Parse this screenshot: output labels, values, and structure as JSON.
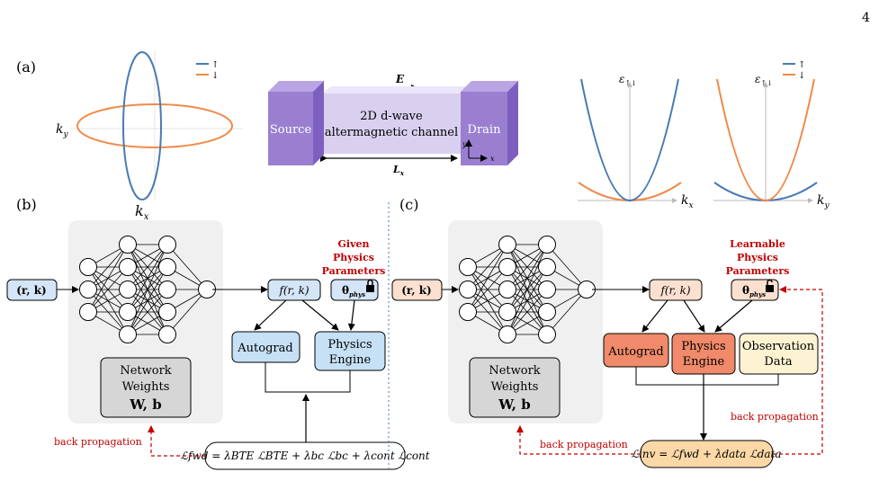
{
  "page_number": "4",
  "panel_a": {
    "label": "(a)",
    "legend_up": "↑",
    "legend_down": "↓",
    "ky_label": "k",
    "ky_sub": "y",
    "kx_label": "k",
    "kx_sub": "x",
    "field_label": "E",
    "source_label": "Source",
    "drain_label": "Drain",
    "channel_line1": "2D d-wave",
    "channel_line2": "altermagnetic channel",
    "length_label": "L",
    "length_sub": "x",
    "axis_y": "y",
    "axis_x": "x",
    "band_label": "ε",
    "band_sub": "↑↓",
    "band1_axis": "k",
    "band1_axis_sub": "x",
    "band2_axis": "k",
    "band2_axis_sub": "y",
    "colors": {
      "spin_up": "#4a7ab3",
      "spin_down": "#f08a4b",
      "device": "#9a7fd1",
      "channel": "#d9d0f0"
    }
  },
  "panel_b": {
    "label": "(b)",
    "input": "(r, k)",
    "output": "f(r, k)",
    "given_title": "Given Physics Parameters",
    "given_line1": "Given",
    "given_line2": "Physics",
    "given_line3": "Parameters",
    "theta": "θ",
    "theta_sub": "phys",
    "autograd": "Autograd",
    "engine_line1": "Physics",
    "engine_line2": "Engine",
    "weights_line1": "Network",
    "weights_line2": "Weights",
    "weights_line3": "W, b",
    "back_prop": "back propagation",
    "loss": "ℒfwd = λBTE ℒBTE + λbc ℒbc + λcont ℒcont"
  },
  "panel_c": {
    "label": "(c)",
    "input": "(r, k)",
    "output": "f(r, k)",
    "learn_line1": "Learnable",
    "learn_line2": "Physics",
    "learn_line3": "Parameters",
    "theta": "θ",
    "theta_sub": "phys",
    "autograd": "Autograd",
    "engine_line1": "Physics",
    "engine_line2": "Engine",
    "obs_line1": "Observation",
    "obs_line2": "Data",
    "weights_line1": "Network",
    "weights_line2": "Weights",
    "weights_line3": "W, b",
    "back_prop_left": "back propagation",
    "back_prop_right": "back propagation",
    "loss": "ℒinv = ℒfwd + λdata ℒdata"
  }
}
